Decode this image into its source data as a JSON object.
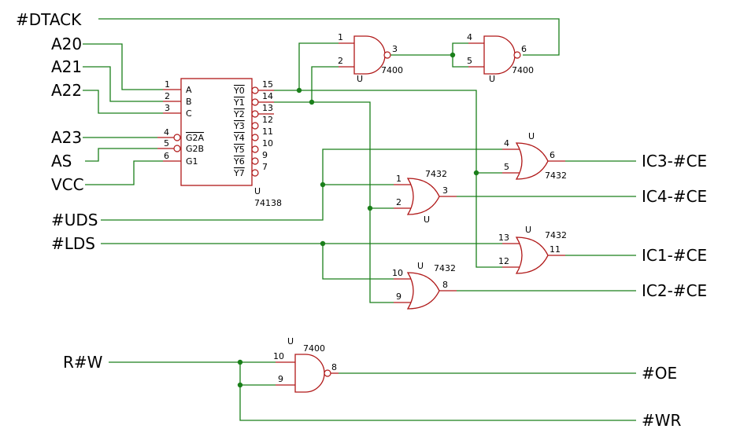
{
  "signals": {
    "dtack": "#DTACK",
    "a20": "A20",
    "a21": "A21",
    "a22": "A22",
    "a23": "A23",
    "as": "AS",
    "vcc": "VCC",
    "uds": "#UDS",
    "lds": "#LDS",
    "rw": "R#W",
    "ic3": "IC3-#CE",
    "ic4": "IC4-#CE",
    "ic1": "IC1-#CE",
    "ic2": "IC2-#CE",
    "oe": "#OE",
    "wr": "#WR"
  },
  "decoder": {
    "part": "74138",
    "ref": "U",
    "inputs": [
      {
        "pin": "1",
        "name": "A"
      },
      {
        "pin": "2",
        "name": "B"
      },
      {
        "pin": "3",
        "name": "C"
      },
      {
        "pin": "4",
        "name": "G2A"
      },
      {
        "pin": "5",
        "name": "G2B"
      },
      {
        "pin": "6",
        "name": "G1"
      }
    ],
    "outputs": [
      {
        "pin": "15",
        "name": "Y0"
      },
      {
        "pin": "14",
        "name": "Y1"
      },
      {
        "pin": "13",
        "name": "Y2"
      },
      {
        "pin": "12",
        "name": "Y3"
      },
      {
        "pin": "11",
        "name": "Y4"
      },
      {
        "pin": "10",
        "name": "Y5"
      },
      {
        "pin": "9",
        "name": "Y6"
      },
      {
        "pin": "7",
        "name": "Y7"
      }
    ]
  },
  "gates": {
    "nand1": {
      "part": "7400",
      "ref": "U",
      "in1": "1",
      "in2": "2",
      "out": "3"
    },
    "nand2": {
      "part": "7400",
      "ref": "U",
      "in1": "4",
      "in2": "5",
      "out": "6"
    },
    "or_a": {
      "part": "7432",
      "ref": "U",
      "in1": "4",
      "in2": "5",
      "out": "6"
    },
    "or_b": {
      "part": "7432",
      "ref": "U",
      "in1": "1",
      "in2": "2",
      "out": "3"
    },
    "or_c": {
      "part": "7432",
      "ref": "U",
      "in1": "13",
      "in2": "12",
      "out": "11"
    },
    "or_d": {
      "part": "7432",
      "ref": "U",
      "in1": "10",
      "in2": "9",
      "out": "8"
    },
    "nand3": {
      "part": "7400",
      "ref": "U",
      "in1": "10",
      "in2": "9",
      "out": "8"
    }
  }
}
